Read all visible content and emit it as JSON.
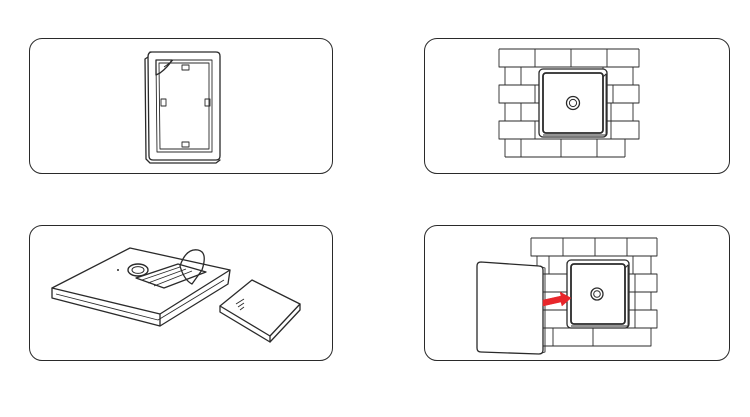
{
  "figure": {
    "steps": [
      {
        "id": "step-1",
        "icon": "adhesive-frame-icon"
      },
      {
        "id": "step-2",
        "icon": "frame-on-wall-icon"
      },
      {
        "id": "step-3",
        "icon": "battery-insert-icon"
      },
      {
        "id": "step-4",
        "icon": "attach-cover-icon"
      }
    ],
    "colors": {
      "line": "#2a2a2a",
      "arrow": "#e8262b",
      "background": "#ffffff"
    }
  }
}
